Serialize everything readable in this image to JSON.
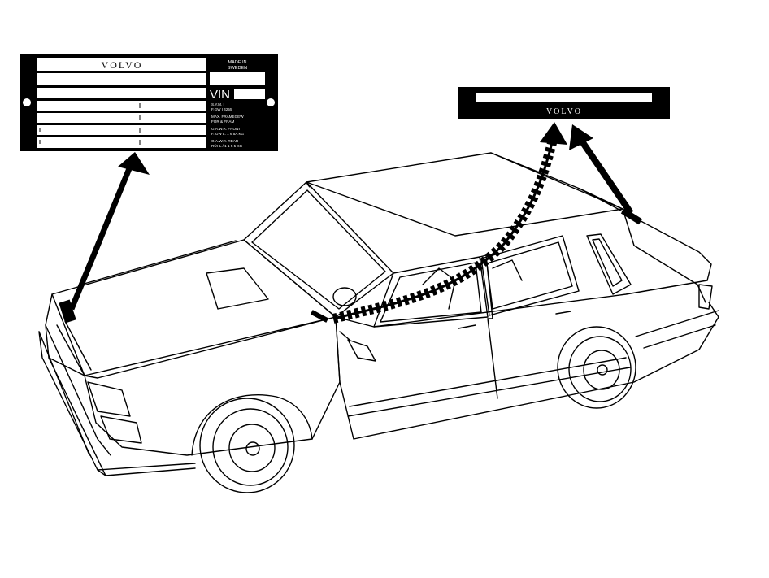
{
  "colors": {
    "ink": "#000000",
    "paper": "#ffffff"
  },
  "vin_plate": {
    "brand": "VOLVO",
    "made_in": [
      "MADE IN",
      "SWEDEN"
    ],
    "vin_label": "VIN",
    "spec_lines": [
      [
        "S.Y.M. I",
        "F.GW I  4255"
      ],
      [
        "MAX. FRAMEGEW",
        "FOR  &  FRAM"
      ],
      [
        "G.A.W.R. FRONT",
        "F. GW  L. 1 6 5A  KG"
      ],
      [
        "G.A.W.R. REAR",
        "RÜHL / 1 1 5 5  KG"
      ]
    ]
  },
  "windshield_label": {
    "brand": "VOLVO"
  },
  "icons": {
    "vin_plate": "plate-icon",
    "windshield_label": "sticker-icon"
  }
}
